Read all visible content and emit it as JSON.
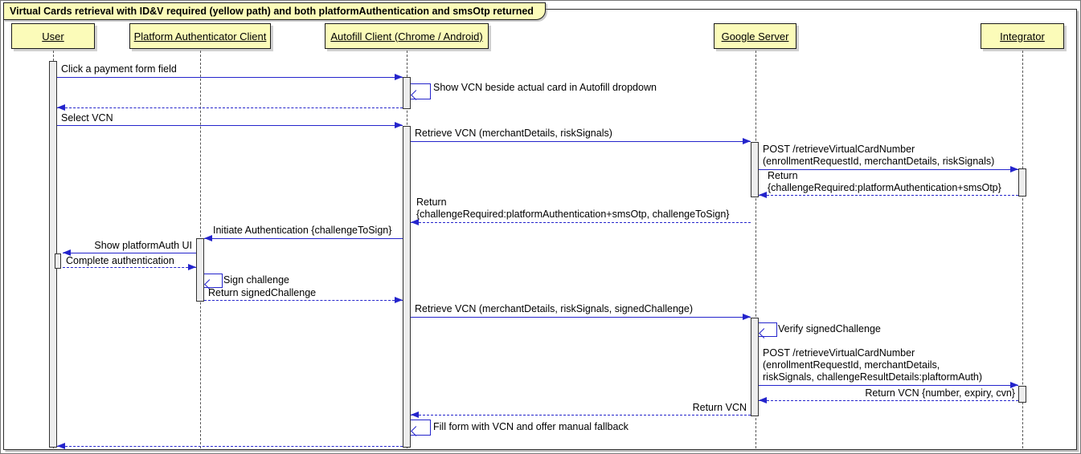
{
  "title": "Virtual Cards retrieval with ID&V required (yellow path) and both platformAuthentication and smsOtp returned",
  "colors": {
    "arrow": "#2424CC",
    "box-fill": "#FBFBB9",
    "act-fill": "#EDEDED"
  },
  "participants": [
    {
      "id": "user",
      "name": "User"
    },
    {
      "id": "platform-authenticator-client",
      "name": "Platform Authenticator Client"
    },
    {
      "id": "autofill-client",
      "name": "Autofill Client (Chrome / Android)"
    },
    {
      "id": "google-server",
      "name": "Google Server"
    },
    {
      "id": "integrator",
      "name": "Integrator"
    }
  ],
  "messages": [
    {
      "label": "Click a payment form field",
      "from": "user",
      "to": "autofill-client",
      "type": "solid"
    },
    {
      "label": "Show VCN beside actual card in Autofill dropdown",
      "from": "autofill-client",
      "to": "autofill-client",
      "type": "self"
    },
    {
      "label": "",
      "from": "autofill-client",
      "to": "user",
      "type": "dashed"
    },
    {
      "label": "Select VCN",
      "from": "user",
      "to": "autofill-client",
      "type": "solid"
    },
    {
      "label": "Retrieve VCN (merchantDetails, riskSignals)",
      "from": "autofill-client",
      "to": "google-server",
      "type": "solid"
    },
    {
      "label": "POST /retrieveVirtualCardNumber\n(enrollmentRequestId, merchantDetails, riskSignals)",
      "from": "google-server",
      "to": "integrator",
      "type": "solid"
    },
    {
      "label": "Return\n{challengeRequired:platformAuthentication+smsOtp}",
      "from": "integrator",
      "to": "google-server",
      "type": "dashed"
    },
    {
      "label": "Return\n{challengeRequired:platformAuthentication+smsOtp, challengeToSign}",
      "from": "google-server",
      "to": "autofill-client",
      "type": "dashed"
    },
    {
      "label": "Initiate Authentication {challengeToSign}",
      "from": "autofill-client",
      "to": "platform-authenticator-client",
      "type": "solid"
    },
    {
      "label": "Show platformAuth UI",
      "from": "platform-authenticator-client",
      "to": "user",
      "type": "solid"
    },
    {
      "label": "Complete authentication",
      "from": "user",
      "to": "platform-authenticator-client",
      "type": "dashed"
    },
    {
      "label": "Sign challenge",
      "from": "platform-authenticator-client",
      "to": "platform-authenticator-client",
      "type": "self"
    },
    {
      "label": "Return signedChallenge",
      "from": "platform-authenticator-client",
      "to": "autofill-client",
      "type": "dashed"
    },
    {
      "label": "Retrieve VCN (merchantDetails, riskSignals, signedChallenge)",
      "from": "autofill-client",
      "to": "google-server",
      "type": "solid"
    },
    {
      "label": "Verify signedChallenge",
      "from": "google-server",
      "to": "google-server",
      "type": "self"
    },
    {
      "label": "POST /retrieveVirtualCardNumber\n(enrollmentRequestId, merchantDetails,\nriskSignals, challengeResultDetails:plaftormAuth)",
      "from": "google-server",
      "to": "integrator",
      "type": "solid"
    },
    {
      "label": "Return VCN {number, expiry, cvn}",
      "from": "integrator",
      "to": "google-server",
      "type": "dashed"
    },
    {
      "label": "Return VCN",
      "from": "google-server",
      "to": "autofill-client",
      "type": "dashed"
    },
    {
      "label": "Fill form with VCN and offer manual fallback",
      "from": "autofill-client",
      "to": "autofill-client",
      "type": "self"
    },
    {
      "label": "",
      "from": "autofill-client",
      "to": "user",
      "type": "dashed"
    }
  ]
}
